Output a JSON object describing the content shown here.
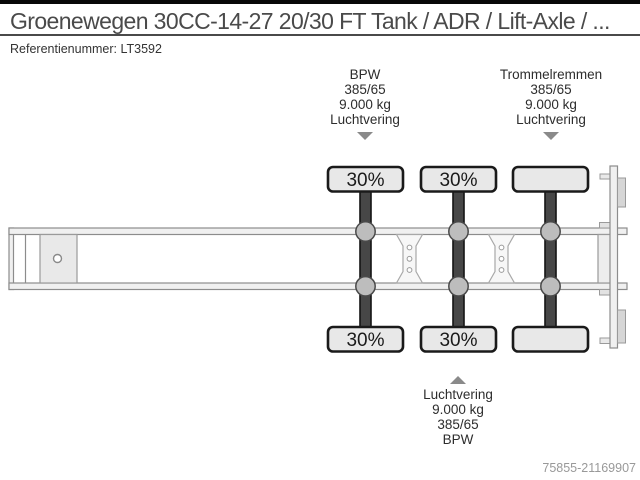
{
  "header": {
    "title": "Groenewegen 30CC-14-27 20/30 FT Tank / ADR / Lift-Axle / ...",
    "reference": "Referentienummer: LT3592"
  },
  "diagram": {
    "description": "Top-view schematic of 3-axle semi-trailer chassis with axle annotations",
    "annotations": {
      "first_axle": {
        "arrow": "down",
        "lines": [
          "BPW",
          "385/65",
          "9.000 kg",
          "Luchtvering"
        ]
      },
      "third_axle": {
        "arrow": "down",
        "lines": [
          "Trommelremmen",
          "385/65",
          "9.000 kg",
          "Luchtvering"
        ]
      },
      "second_axle": {
        "arrow": "up",
        "lines": [
          "Luchtvering",
          "9.000 kg",
          "385/65",
          "BPW"
        ]
      }
    },
    "axle_loads": {
      "axle1": "30%",
      "axle2": "30%",
      "axle3": ""
    }
  },
  "footer": {
    "listing_id": "75855-21169907"
  },
  "colors": {
    "top_bar": "#070707",
    "title_text": "#4a4a4a",
    "divider": "#4a4a4a",
    "body_text": "#2d2d2d",
    "muted_text": "#999999",
    "arrow": "#8a8a8a",
    "chassis_fill": "#f0f0f0",
    "chassis_stroke": "#8c8c8c",
    "plate_fill": "#e9e9e9",
    "tire_fill": "#e8e8e8",
    "tire_stroke": "#1a1a1a",
    "axle_bar_fill": "#474747",
    "axle_bar_stroke": "#141414",
    "suspension_fill": "#bdbdbd",
    "suspension_stroke": "#4a4a4a"
  }
}
